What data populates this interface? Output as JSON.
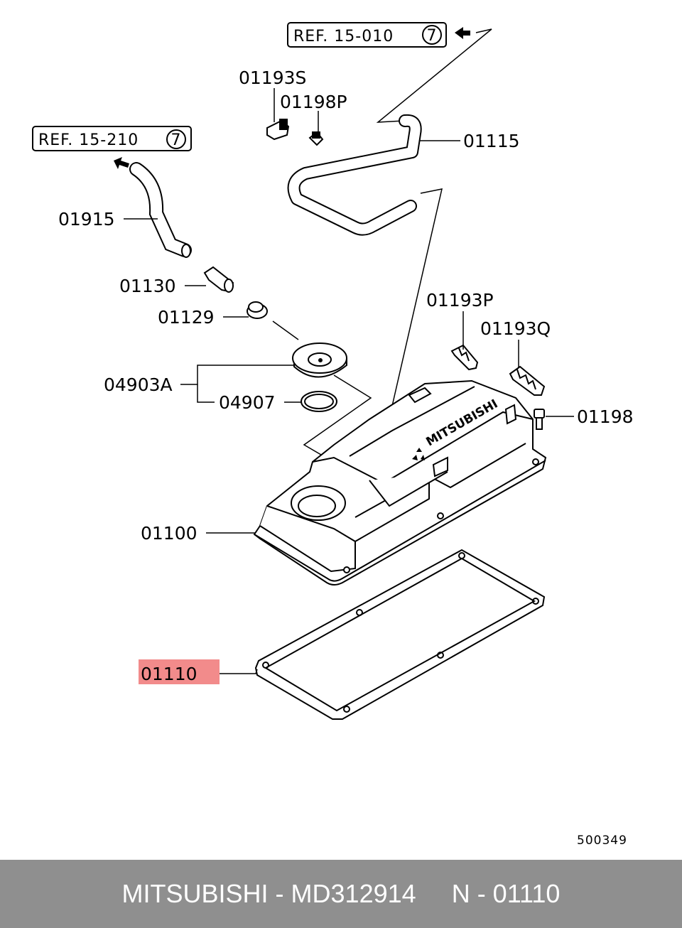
{
  "refs": [
    {
      "text": "REF. 15-010",
      "circled": "7"
    },
    {
      "text": "REF. 15-210",
      "circled": "7"
    }
  ],
  "parts": [
    {
      "id": "01193S",
      "highlighted": false
    },
    {
      "id": "01198P",
      "highlighted": false
    },
    {
      "id": "01115",
      "highlighted": false
    },
    {
      "id": "01915",
      "highlighted": false
    },
    {
      "id": "01130",
      "highlighted": false
    },
    {
      "id": "01129",
      "highlighted": false
    },
    {
      "id": "01193P",
      "highlighted": false
    },
    {
      "id": "01193Q",
      "highlighted": false
    },
    {
      "id": "04903A",
      "highlighted": false
    },
    {
      "id": "04907",
      "highlighted": false
    },
    {
      "id": "01198",
      "highlighted": false
    },
    {
      "id": "01100",
      "highlighted": false
    },
    {
      "id": "01110",
      "highlighted": true
    }
  ],
  "cover_brand": "MITSUBISHI",
  "diagram_code": "500349",
  "colors": {
    "highlight": "#f28b8b",
    "footer_bg": "#8f8f8f",
    "footer_text": "#ffffff"
  },
  "footer": {
    "brand": "MITSUBISHI",
    "part_number": "MD312914",
    "ref": "N - 01110"
  }
}
